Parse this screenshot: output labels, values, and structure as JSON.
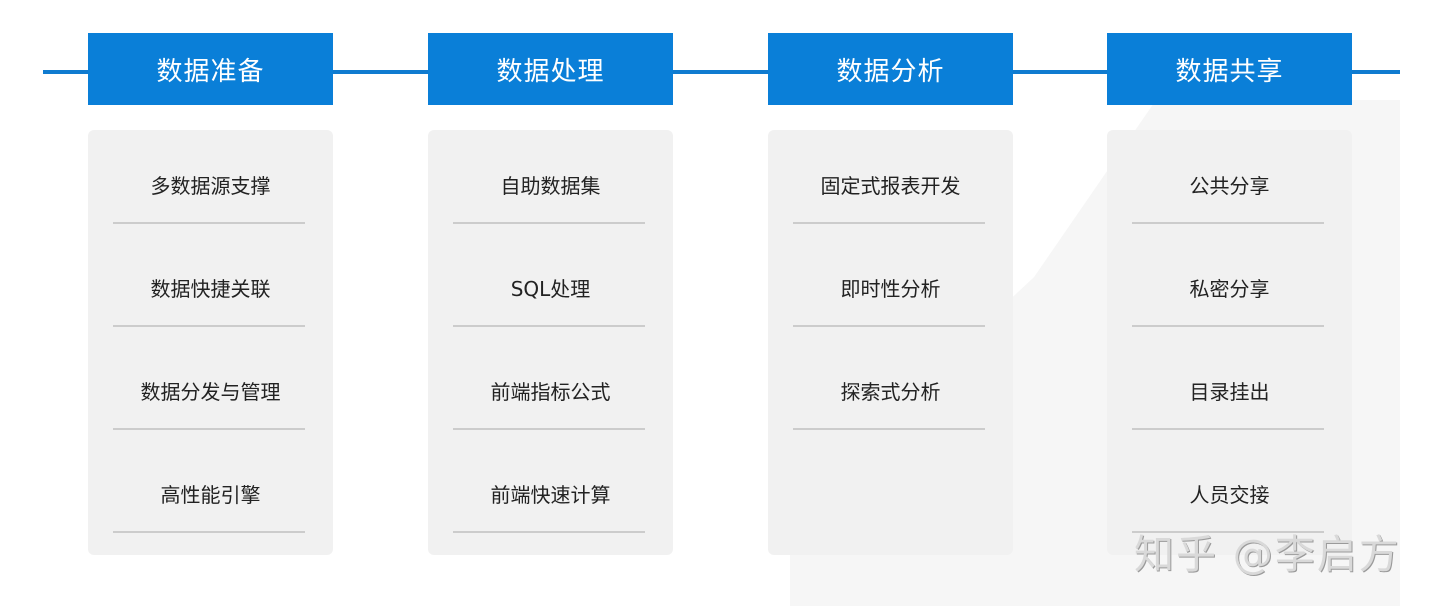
{
  "colors": {
    "accent": "#0a7fd8",
    "card_bg": "#f1f1f1",
    "divider": "#cccccc",
    "text": "#222222"
  },
  "stages": [
    {
      "title": "数据准备",
      "items": [
        "多数据源支撑",
        "数据快捷关联",
        "数据分发与管理",
        "高性能引擎"
      ]
    },
    {
      "title": "数据处理",
      "items": [
        "自助数据集",
        "SQL处理",
        "前端指标公式",
        "前端快速计算"
      ]
    },
    {
      "title": "数据分析",
      "items": [
        "固定式报表开发",
        "即时性分析",
        "探索式分析"
      ]
    },
    {
      "title": "数据共享",
      "items": [
        "公共分享",
        "私密分享",
        "目录挂出",
        "人员交接"
      ]
    }
  ],
  "watermark": "知乎 @李启方"
}
